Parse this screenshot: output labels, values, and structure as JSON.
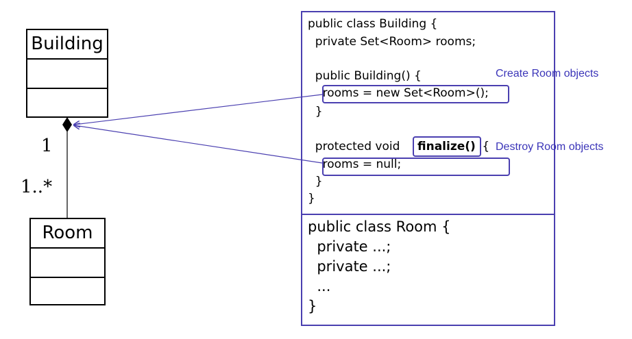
{
  "uml": {
    "building": {
      "name": "Building"
    },
    "room": {
      "name": "Room"
    },
    "multiplicity_building": "1",
    "multiplicity_room": "1..*"
  },
  "code": {
    "building_lines": [
      "public class Building {",
      "  private Set<Room> rooms;",
      "",
      "  public Building() {",
      "    rooms = new Set<Room>();",
      "  }",
      "",
      "  protected void ",
      "finalize()",
      " {",
      "    rooms = null;",
      "  }",
      "}"
    ],
    "room_lines": [
      "public class Room {",
      "  private ...;",
      "  private ...;",
      "  ...",
      "}"
    ]
  },
  "annotations": {
    "create": "Create Room objects",
    "destroy": "Destroy Room objects"
  },
  "colors": {
    "accent": "#4a3fb0",
    "note_text": "#3a34b8",
    "line": "#000000"
  }
}
